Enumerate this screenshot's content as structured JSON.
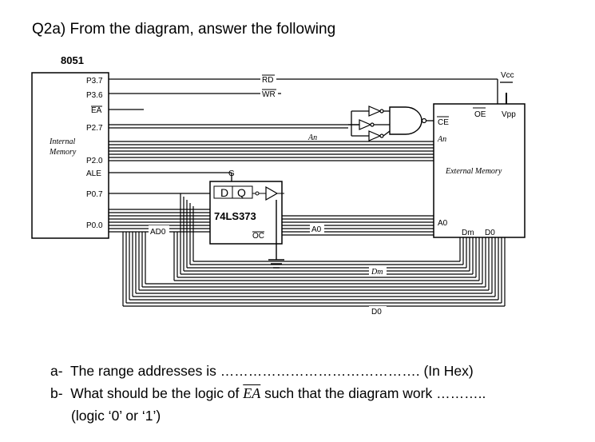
{
  "question": {
    "title": "Q2a) From the diagram, answer the following",
    "items": [
      {
        "prefix": "a-",
        "text": "The range addresses is ……………………………………. (In Hex)"
      },
      {
        "prefix": "b-",
        "text_before": "What should be the logic of ",
        "symbol": "EA",
        "text_after": " such that the diagram work ……….."
      },
      {
        "text": "(logic ‘0’ or ‘1’)"
      }
    ]
  },
  "diagram": {
    "mcu_label": "8051",
    "internal_memory_label": [
      "Internal",
      "Memory"
    ],
    "mcu_pins": [
      "P3.7",
      "P3.6",
      "EA",
      "P2.7",
      "P2.0",
      "ALE",
      "P0.7",
      "P0.0"
    ],
    "latch_label": "74LS373",
    "latch_pins": {
      "d": "D",
      "q": "Q",
      "g": "G",
      "oc": "OC"
    },
    "bus_labels": {
      "rd": "RD",
      "wr": "WR",
      "an": "An",
      "ad0": "AD0",
      "a0": "A0",
      "dm": "Dm",
      "d0": "D0"
    },
    "ext_memory": {
      "label": "External Memory",
      "vcc": "Vcc",
      "vpp": "Vpp",
      "ce": "CE",
      "oe": "OE",
      "an": "An",
      "a0": "A0",
      "dm": "Dm",
      "d0": "D0"
    }
  }
}
